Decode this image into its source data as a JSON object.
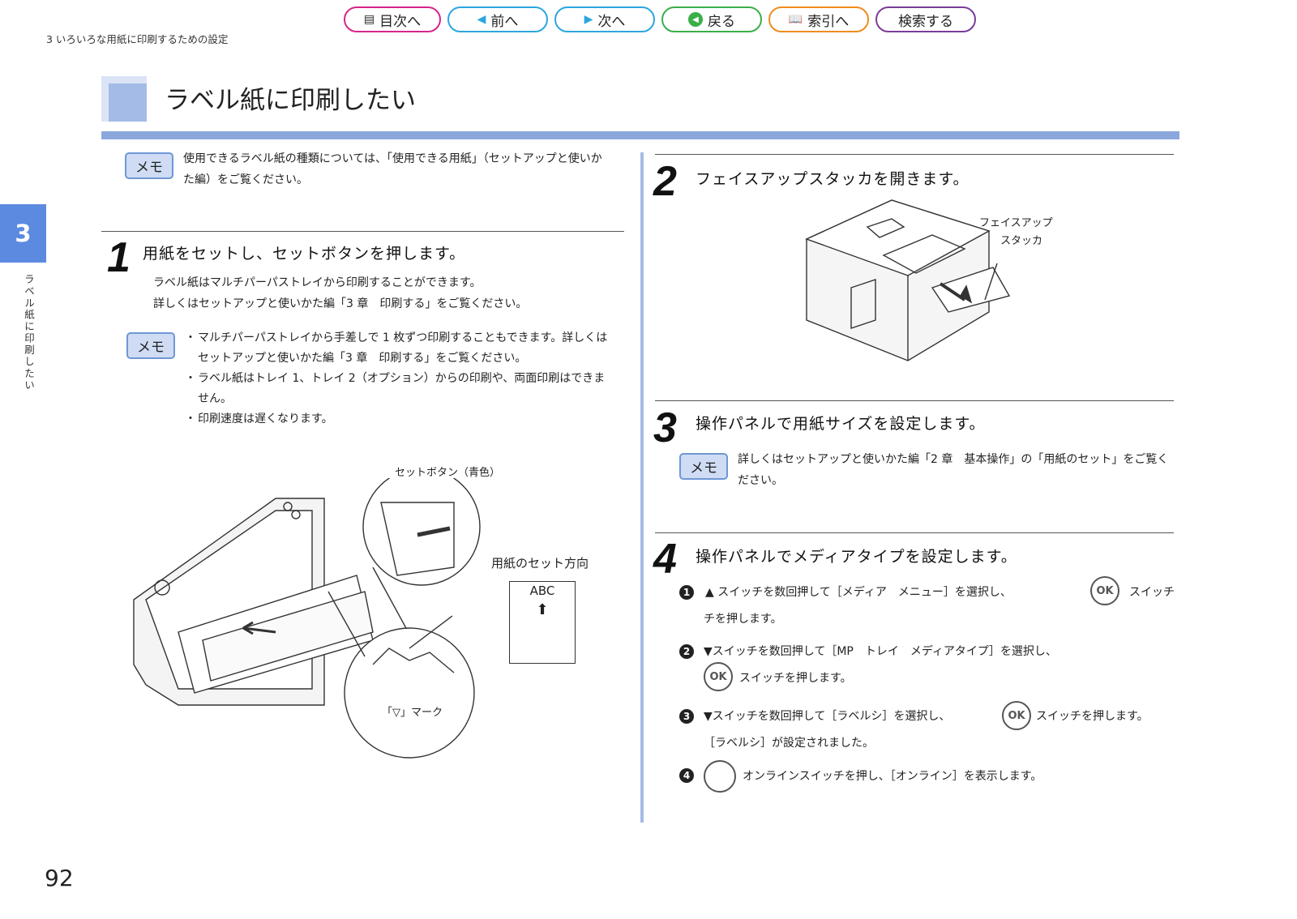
{
  "breadcrumb": "3 いろいろな用紙に印刷するための設定",
  "nav": [
    {
      "label": "目次へ",
      "icon": "toc-icon",
      "color": "#d6258a",
      "width": 120
    },
    {
      "label": "前へ",
      "icon": "prev-arrow-icon",
      "color": "#2ba6df",
      "width": 124
    },
    {
      "label": "次へ",
      "icon": "next-arrow-icon",
      "color": "#2ba6df",
      "width": 124
    },
    {
      "label": "戻る",
      "icon": "back-icon",
      "color": "#3bae49",
      "width": 124
    },
    {
      "label": "索引へ",
      "icon": "book-icon",
      "color": "#f08c1c",
      "width": 124
    },
    {
      "label": "検索する",
      "icon": "",
      "color": "#7a3c97",
      "width": 124
    }
  ],
  "title": "ラベル紙に印刷したい",
  "chapter": "3",
  "side_label": "ラベル紙に印刷したい",
  "memo_label": "メモ",
  "intro_memo": "使用できるラベル紙の種類については、「使用できる用紙」（セットアップと使いかた編）をご覧ください。",
  "step1": {
    "num": "1",
    "heading": "用紙をセットし、セットボタンを押します。",
    "lines": [
      "ラベル紙はマルチパーパストレイから印刷することができます。",
      "詳しくはセットアップと使いかた編「3 章　印刷する」をご覧ください。"
    ],
    "memo_items": [
      "マルチパーパストレイから手差しで 1 枚ずつ印刷することもできます。詳しくはセットアップと使いかた編「3 章　印刷する」をご覧ください。",
      "ラベル紙はトレイ 1、トレイ 2（オプション）からの印刷や、両面印刷はできません。",
      "印刷速度は遅くなります。"
    ],
    "fig_set_button": "セットボタン（青色）",
    "fig_direction": "用紙のセット方向",
    "fig_paper_text": "ABC",
    "fig_mark": "「▽」マーク"
  },
  "step2": {
    "num": "2",
    "heading": "フェイスアップスタッカを開きます。",
    "fig_label_1": "フェイスアップ",
    "fig_label_2": "スタッカ"
  },
  "step3": {
    "num": "3",
    "heading": "操作パネルで用紙サイズを設定します。",
    "memo": "詳しくはセットアップと使いかた編「2 章　基本操作」の「用紙のセット」をご覧ください。"
  },
  "step4": {
    "num": "4",
    "heading": "操作パネルでメディアタイプを設定します。",
    "ok_label": "OK",
    "s1_num": "1",
    "s1_a": "▲ スイッチを数回押して［メディア　メニュー］を選択し、",
    "s1_b": "スイッチ",
    "s1_c": "チを押します。",
    "s2_num": "2",
    "s2_a": "▼スイッチを数回押して［MP　トレイ　メディアタイプ］を選択し、",
    "s2_b": "スイッチを押します。",
    "s3_num": "3",
    "s3_a": "▼スイッチを数回押して［ラベルシ］を選択し、",
    "s3_b": "スイッチを押します。",
    "s3_c": "［ラベルシ］が設定されました。",
    "s4_num": "4",
    "s4_a": "オンラインスイッチを押し、［オンライン］を表示します。"
  },
  "page_number": "92"
}
